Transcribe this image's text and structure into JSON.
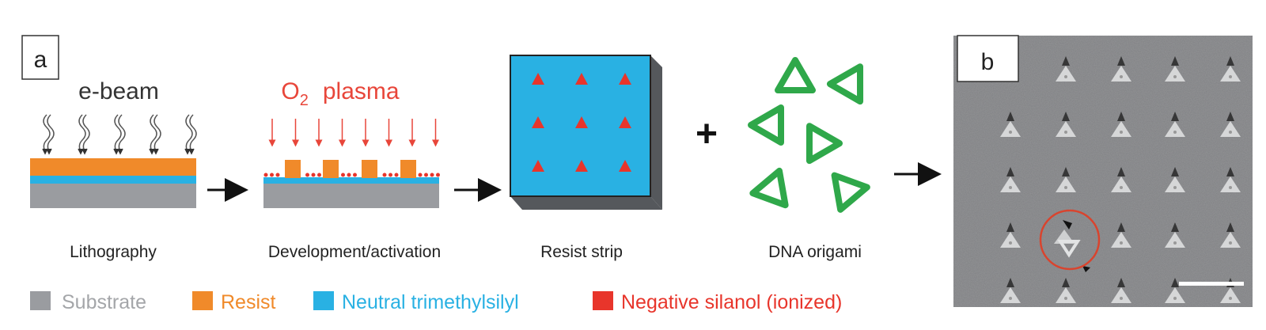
{
  "panel_a": {
    "label": "a",
    "ebeam_label": "e-beam",
    "plasma_label_o": "O",
    "plasma_label_sub": "2",
    "plasma_label_word": "plasma",
    "plus": "+",
    "steps": [
      {
        "label": "Lithography"
      },
      {
        "label": "Development/activation"
      },
      {
        "label": "Resist strip"
      },
      {
        "label": "DNA origami"
      }
    ]
  },
  "legend": [
    {
      "label": "Substrate",
      "color": "#9a9ca0"
    },
    {
      "label": "Resist",
      "color": "#f08a2a"
    },
    {
      "label": "Neutral trimethylsilyl",
      "color": "#29b1e3"
    },
    {
      "label": "Negative silanol (ionized)",
      "color": "#e8352b"
    }
  ],
  "panel_b": {
    "label": "b"
  },
  "colors": {
    "substrate": "#9a9ca0",
    "resist": "#f08a2a",
    "silyl": "#29b1e3",
    "silanol": "#e8352b",
    "origami": "#2fa84a",
    "plasma_text": "#e8463a",
    "cube_side": "#55585c"
  }
}
